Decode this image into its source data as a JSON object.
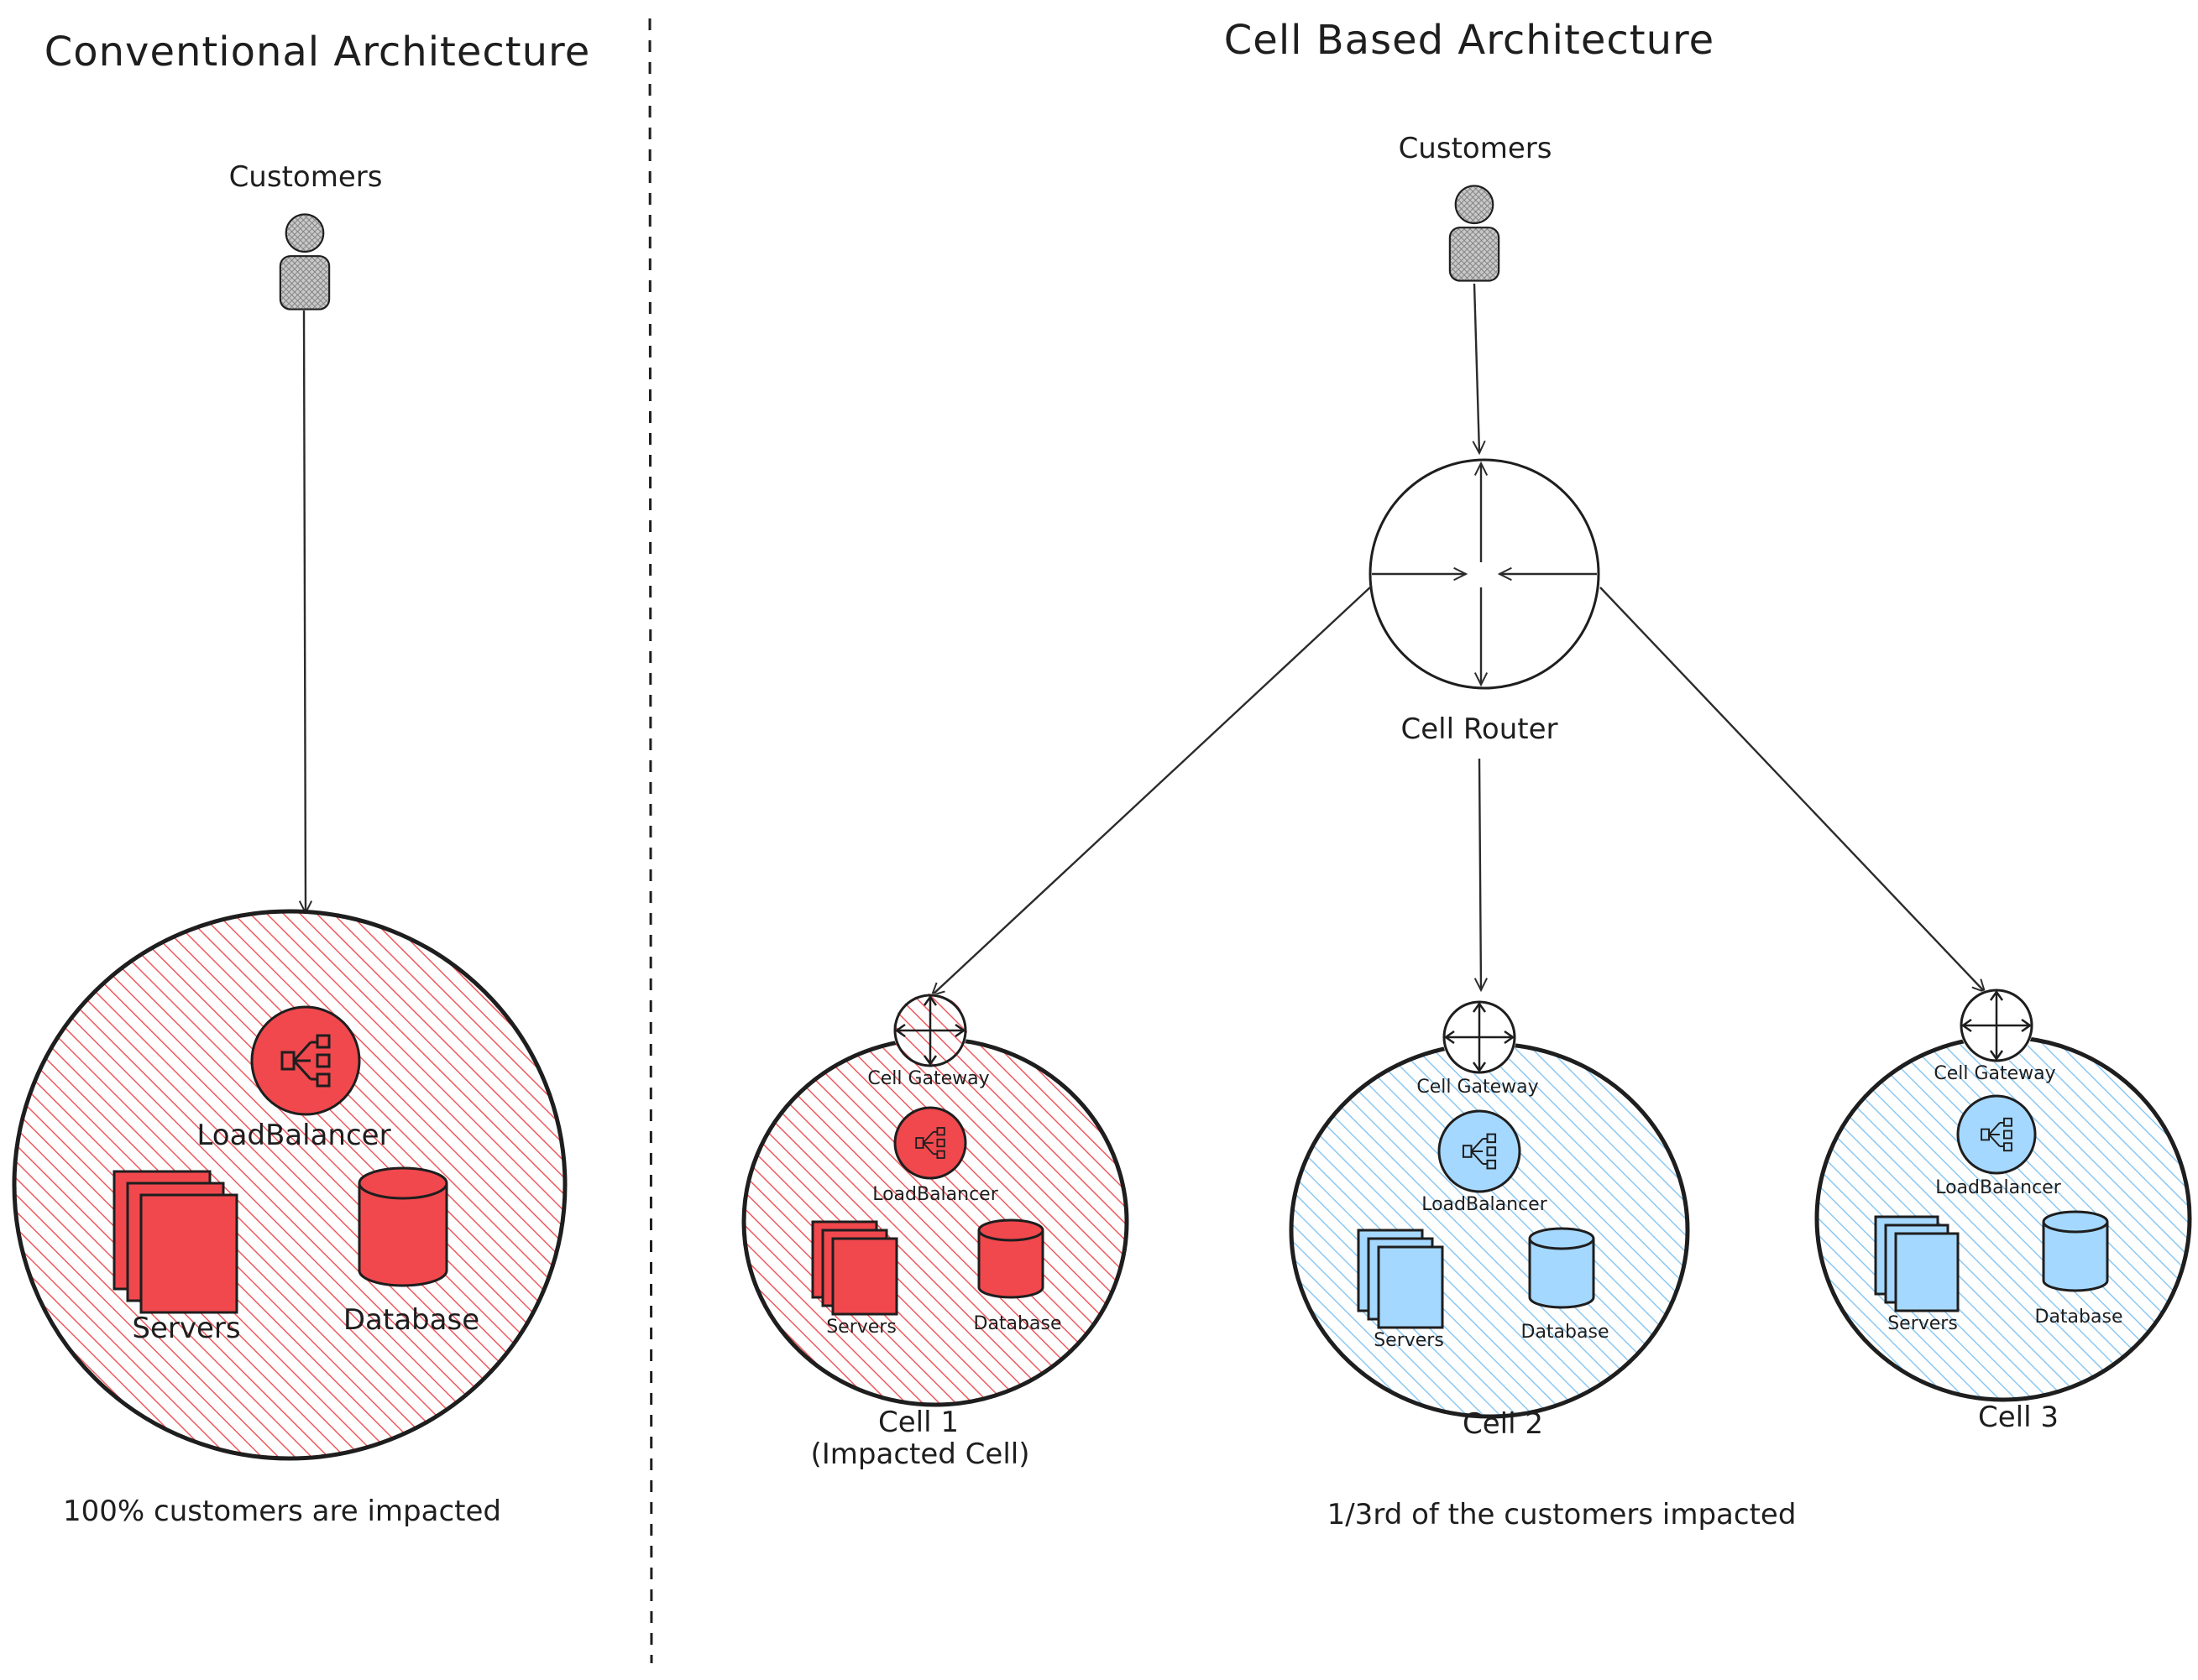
{
  "conventional": {
    "title": "Conventional Architecture",
    "customers_label": "Customers",
    "loadbalancer_label": "LoadBalancer",
    "servers_label": "Servers",
    "database_label": "Database",
    "impact_caption": "100% customers are impacted"
  },
  "cell_based": {
    "title": "Cell Based Architecture",
    "customers_label": "Customers",
    "router_label": "Cell Router",
    "impact_caption": "1/3rd of the customers impacted",
    "cells": [
      {
        "gateway_label": "Cell Gateway",
        "loadbalancer_label": "LoadBalancer",
        "servers_label": "Servers",
        "database_label": "Database",
        "name": "Cell 1",
        "note": "(Impacted Cell)",
        "status": "impacted"
      },
      {
        "gateway_label": "Cell Gateway",
        "loadbalancer_label": "LoadBalancer",
        "servers_label": "Servers",
        "database_label": "Database",
        "name": "Cell 2",
        "note": "",
        "status": "healthy"
      },
      {
        "gateway_label": "Cell Gateway",
        "loadbalancer_label": "LoadBalancer",
        "servers_label": "Servers",
        "database_label": "Database",
        "name": "Cell 3",
        "note": "",
        "status": "healthy"
      }
    ]
  },
  "colors": {
    "impacted_fill": "#f0484d",
    "impacted_hatch": "#ef5a5e",
    "healthy_fill": "#a5d8ff",
    "healthy_hatch": "#8cc8f2",
    "stroke": "#1e1e1e",
    "customer_fill": "#c9c9c9"
  },
  "icons": {
    "customer": "person-icon",
    "router": "router-icon",
    "gateway": "gateway-icon",
    "loadbalancer": "loadbalancer-icon",
    "servers": "servers-icon",
    "database": "database-icon"
  }
}
